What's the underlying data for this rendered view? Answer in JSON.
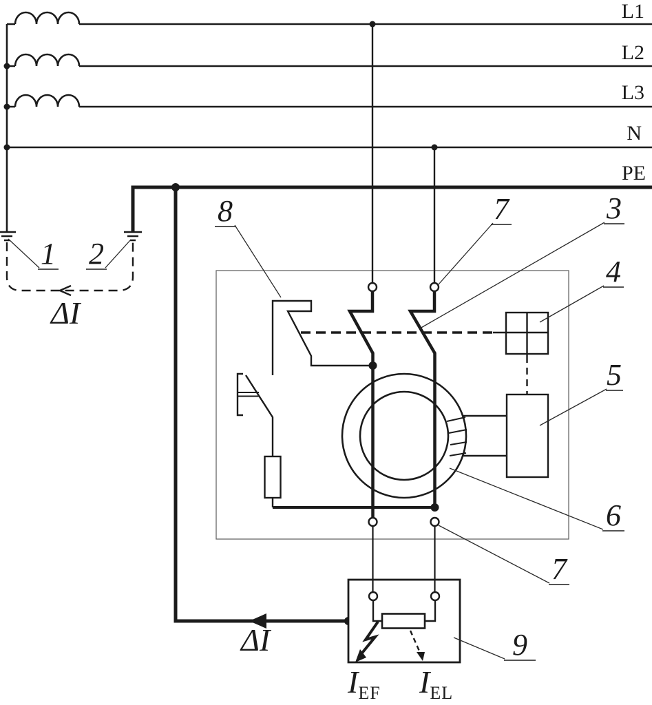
{
  "bus_labels": {
    "l1": "L1",
    "l2": "L2",
    "l3": "L3",
    "n": "N",
    "pe": "PE"
  },
  "callouts": {
    "c1": "1",
    "c2": "2",
    "c3": "3",
    "c4": "4",
    "c5": "5",
    "c6": "6",
    "c7_top": "7",
    "c7_bottom": "7",
    "c8": "8",
    "c9": "9"
  },
  "currents": {
    "delta_i_left": "ΔI",
    "delta_i_bottom": "ΔI",
    "i_ef": {
      "base": "I",
      "sub": "EF"
    },
    "i_el": {
      "base": "I",
      "sub": "EL"
    }
  },
  "colors": {
    "line": "#1b1b1b",
    "enclosure_border": "#666666",
    "background": "#ffffff"
  }
}
